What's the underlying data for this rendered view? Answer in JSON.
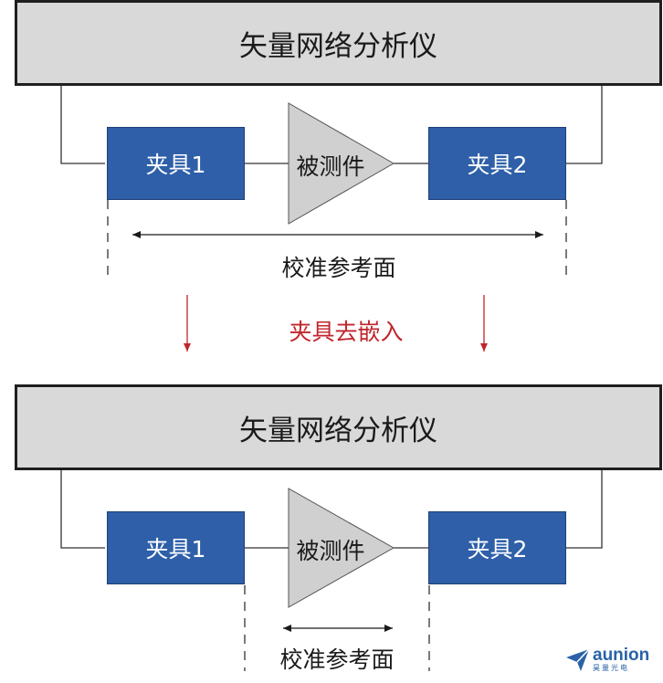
{
  "top": {
    "analyzer": "矢量网络分析仪",
    "fixture1": "夹具1",
    "fixture2": "夹具2",
    "dut": "被测件",
    "ref_plane": "校准参考面"
  },
  "step": "夹具去嵌入",
  "bottom": {
    "analyzer": "矢量网络分析仪",
    "fixture1": "夹具1",
    "fixture2": "夹具2",
    "dut": "被测件",
    "ref_plane": "校准参考面"
  },
  "logo": {
    "name": "aunion",
    "subtitle": "昊量光电"
  },
  "colors": {
    "analyzer_fill": "#d9d9d9",
    "fixture_fill": "#2e5fa8",
    "dut_fill": "#d0d0d0",
    "step_text": "#c0262c",
    "logo": "#2a62a8"
  }
}
